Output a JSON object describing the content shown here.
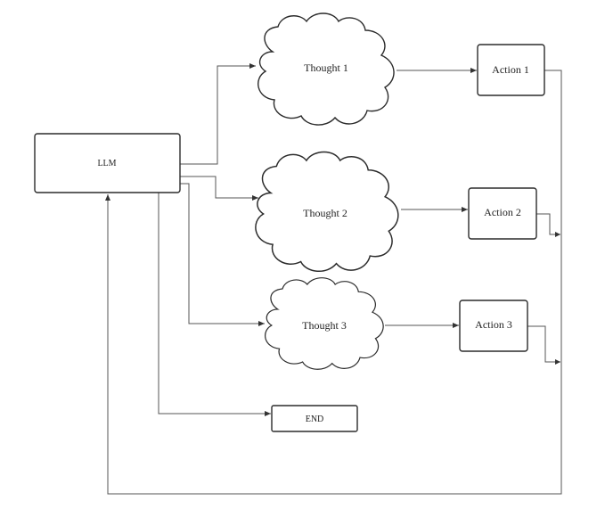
{
  "nodes": {
    "llm": {
      "label": "LLM"
    },
    "thought_1": {
      "label": "Thought 1"
    },
    "thought_2": {
      "label": "Thought 2"
    },
    "thought_3": {
      "label": "Thought 3"
    },
    "action_1": {
      "label": "Action 1"
    },
    "action_2": {
      "label": "Action 2"
    },
    "action_3": {
      "label": "Action 3"
    },
    "end": {
      "label": "END"
    }
  },
  "colors": {
    "stroke": "#2b2b2b",
    "connector": "#555555",
    "background": "#ffffff"
  }
}
